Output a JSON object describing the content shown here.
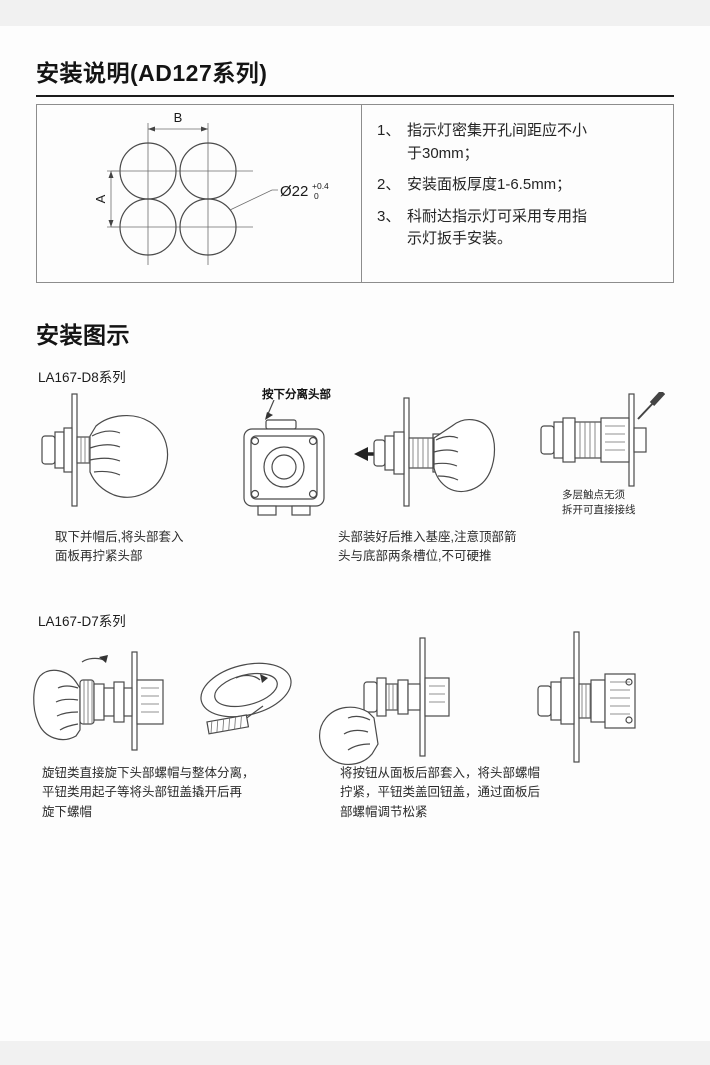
{
  "page_title": "安装说明(AD127系列)",
  "spec": {
    "dim_b": "B",
    "dim_a": "A",
    "hole_diameter": "Ø22",
    "tol_upper": "+0.4",
    "tol_lower": "0",
    "notes": [
      {
        "num": "1、",
        "text": "指示灯密集开孔间距应不小\n于30mm；"
      },
      {
        "num": "2、",
        "text": "安装面板厚度1-6.5mm；"
      },
      {
        "num": "3、",
        "text": "科耐达指示灯可采用专用指\n示灯扳手安装。"
      }
    ]
  },
  "diagram_section": {
    "title": "安装图示",
    "d8": {
      "series_label": "LA167-D8系列",
      "press_annotation": "按下分离头部",
      "wiring_note": "多层触点无须\n拆开可直接接线",
      "caption_left": "取下并帽后,将头部套入\n面板再拧紧头部",
      "caption_right": "头部装好后推入基座,注意顶部箭\n头与底部两条槽位,不可硬推"
    },
    "d7": {
      "series_label": "LA167-D7系列",
      "caption_left": "旋钮类直接旋下头部螺帽与整体分离，\n平钮类用起子等将头部钮盖撬开后再\n旋下螺帽",
      "caption_right": "将按钮从面板后部套入，将头部螺帽\n拧紧，平钮类盖回钮盖，通过面板后\n部螺帽调节松紧"
    }
  }
}
